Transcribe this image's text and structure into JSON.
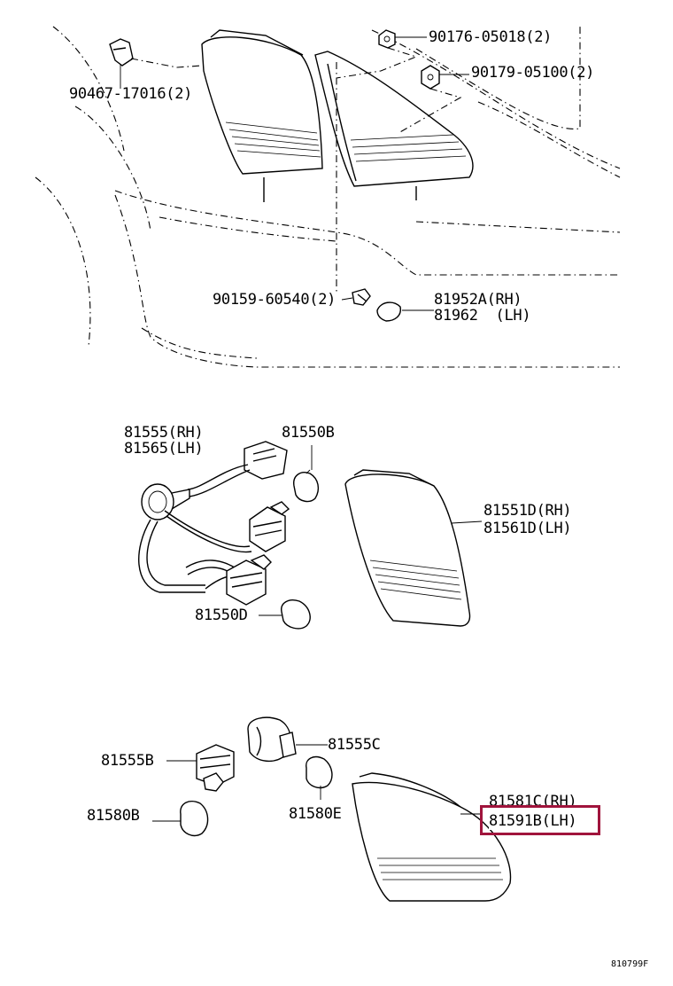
{
  "labels": {
    "clip_90467": "90467-17016(2)",
    "nut_90176": "90176-05018(2)",
    "nut_90179": "90179-05100(2)",
    "screw_90159": "90159-60540(2)",
    "cap_81952a": "81952A(RH)",
    "cap_81962": "81962  (LH)",
    "socket_81555": "81555(RH)",
    "socket_81565": "81565(LH)",
    "bulb_81550b": "81550B",
    "lamp_81551d": "81551D(RH)",
    "lamp_81561d": "81561D(LH)",
    "bulb_81550d": "81550D",
    "socket_81555b": "81555B",
    "socket_81555c": "81555C",
    "bulb_81580b": "81580B",
    "bulb_81580e": "81580E",
    "lamp_81581c": "81581C(RH)",
    "lamp_81591b": "81591B(LH)"
  },
  "highlight": {
    "target": "81591B(LH)",
    "color": "#a0143c"
  },
  "diagram_code": "810799F"
}
